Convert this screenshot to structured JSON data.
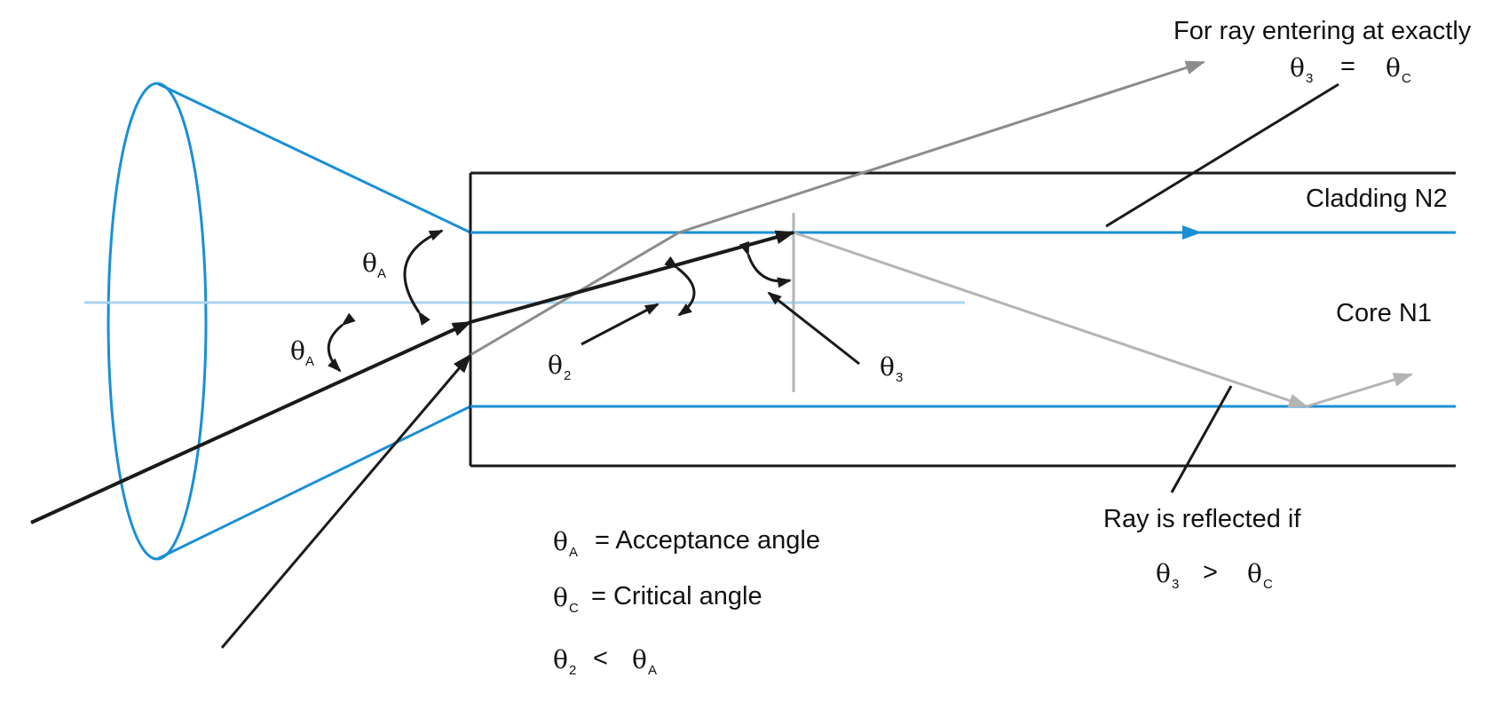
{
  "labels": {
    "top_note": "For ray entering at exactly",
    "cladding": "Cladding N2",
    "core": "Core N1",
    "reflect_note": "Ray is reflected if"
  },
  "symbols": {
    "theta": "θ",
    "eq": "=",
    "gt": ">",
    "lt": "<",
    "sub_a": "A",
    "sub_c": "C",
    "sub_2": "2",
    "sub_3": "3"
  },
  "legend": {
    "acceptance": "= Acceptance angle",
    "critical": "= Critical angle"
  },
  "colors": {
    "fiber_boundary": "#1a8fd6",
    "axis": "#aad4f2",
    "main_ray": "#1a1a1a",
    "critical_ray": "#8c8c8c",
    "reflected_ray": "#b4b4b4",
    "normal": "#b4b4b4"
  }
}
